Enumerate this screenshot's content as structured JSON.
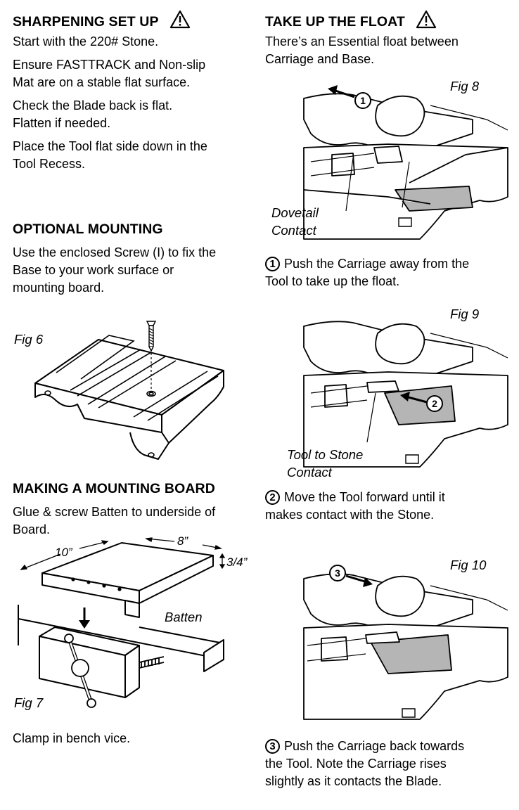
{
  "left": {
    "sharpening": {
      "heading": "SHARPENING SET UP",
      "lines": [
        "Start with the 220# Stone.",
        "Ensure FASTTRACK and Non-slip",
        "Mat are on a stable flat surface.",
        "Check the Blade back is flat.",
        "Flatten if needed.",
        "Place the Tool flat side down in the",
        "Tool Recess."
      ]
    },
    "mounting": {
      "heading": "OPTIONAL MOUNTING",
      "lines": [
        "Use the enclosed Screw (I) to fix the",
        "Base to your work surface or",
        "mounting board."
      ],
      "fig_label": "Fig 6"
    },
    "board": {
      "heading": "MAKING A MOUNTING BOARD",
      "lines": [
        "Glue & screw Batten to underside of",
        "Board."
      ],
      "dim_length": "10”",
      "dim_width": "8”",
      "dim_thickness": "3/4”",
      "batten_label": "Batten",
      "fig_label": "Fig 7",
      "caption": "Clamp in bench vice."
    }
  },
  "right": {
    "heading": "TAKE UP THE FLOAT",
    "intro": [
      "There’s an Essential float between",
      "Carriage and Base."
    ],
    "fig8": {
      "label": "Fig 8",
      "callout_1": "Dovetail",
      "callout_2": "Contact",
      "step_number": "1",
      "step_lines": [
        "Push the Carriage away from the",
        "Tool to take up the float."
      ]
    },
    "fig9": {
      "label": "Fig 9",
      "callout_1": "Tool to Stone",
      "callout_2": "Contact",
      "step_number": "2",
      "step_lines": [
        "Move the Tool forward until it",
        "makes contact with the Stone."
      ]
    },
    "fig10": {
      "label": "Fig 10",
      "step_number": "3",
      "step_lines": [
        "Push the Carriage back towards",
        "the Tool. Note the Carriage rises",
        "slightly as it contacts the Blade."
      ]
    }
  }
}
